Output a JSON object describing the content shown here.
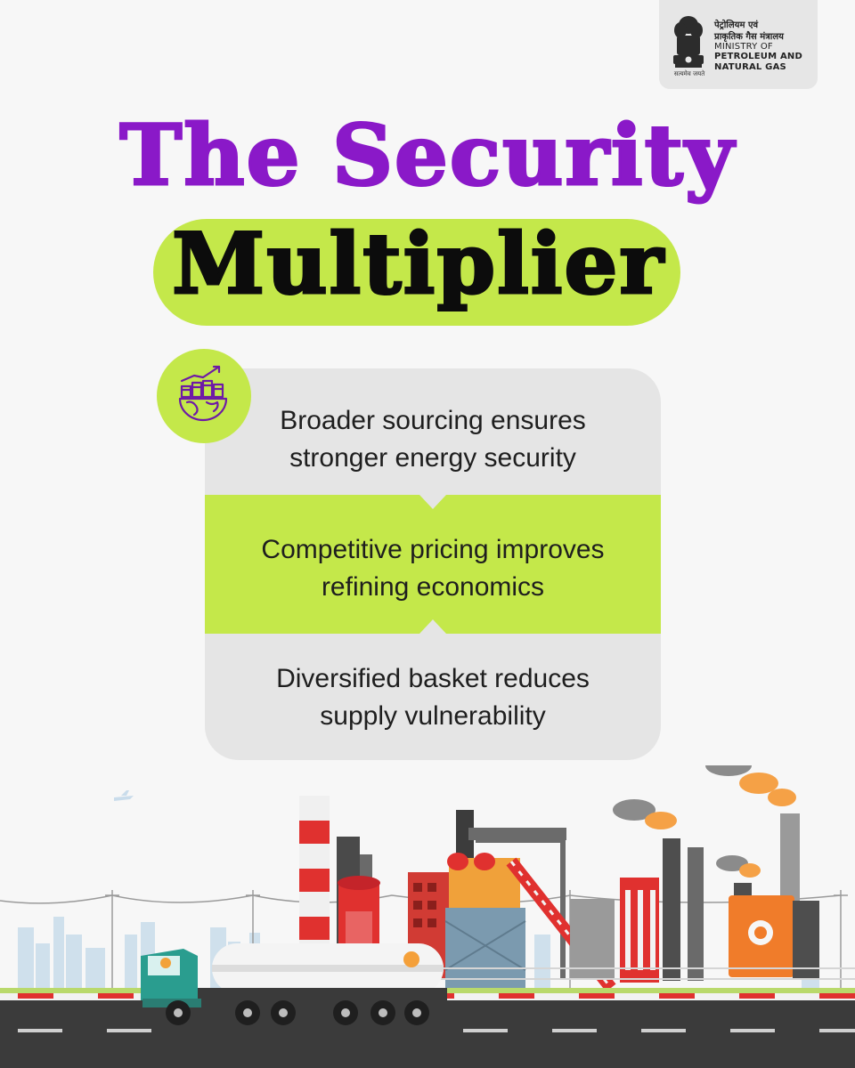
{
  "brand": {
    "hindi_line_1": "पेट्रोलियम एवं",
    "hindi_line_2": "प्राकृतिक गैस मंत्रालय",
    "line_1": "MINISTRY OF",
    "line_2": "PETROLEUM AND",
    "line_3": "NATURAL GAS",
    "motto": "सत्यमेव जयते"
  },
  "title": {
    "line_1": "The Security",
    "line_2": "Multiplier"
  },
  "points": [
    {
      "text": "Broader sourcing ensures\nstronger energy security",
      "icon": "globe-coins-growth-icon"
    },
    {
      "text": "Competitive pricing improves\nrefining economics"
    },
    {
      "text": "Diversified basket reduces\nsupply vulnerability"
    }
  ],
  "colors": {
    "purple": "#8a19c8",
    "lime": "#c4e84a",
    "card_grey": "#e5e5e5",
    "road": "#3b3b3b"
  }
}
